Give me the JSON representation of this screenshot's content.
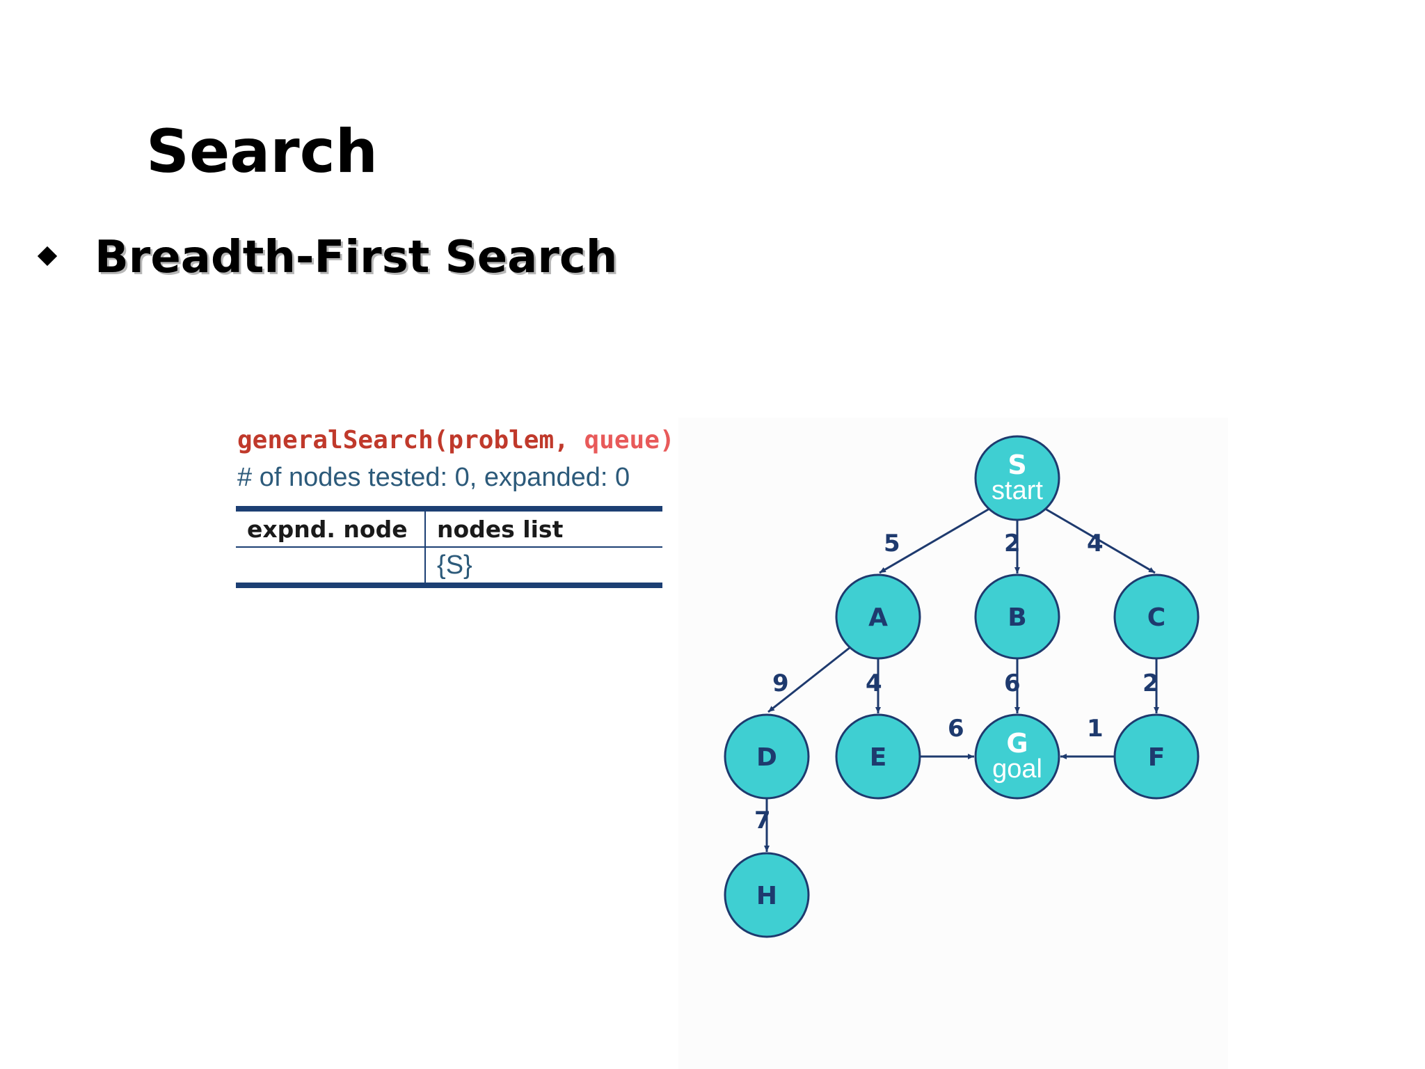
{
  "slide": {
    "title": "Search",
    "bullet": "Breadth-First Search"
  },
  "code": {
    "function": "generalSearch(problem,",
    "argument": "queue)"
  },
  "stats": "# of nodes tested: 0, expanded: 0",
  "table": {
    "headers": [
      "expnd. node",
      "nodes list"
    ],
    "rows": [
      [
        "",
        "{S}"
      ]
    ]
  },
  "graph": {
    "colors": {
      "node_fill": "#3fcfd2",
      "node_stroke": "#1e3a6e",
      "edge": "#1e3a6e"
    },
    "nodes": [
      {
        "id": "S",
        "label": "S",
        "sublabel": "start"
      },
      {
        "id": "A",
        "label": "A",
        "sublabel": ""
      },
      {
        "id": "B",
        "label": "B",
        "sublabel": ""
      },
      {
        "id": "C",
        "label": "C",
        "sublabel": ""
      },
      {
        "id": "D",
        "label": "D",
        "sublabel": ""
      },
      {
        "id": "E",
        "label": "E",
        "sublabel": ""
      },
      {
        "id": "G",
        "label": "G",
        "sublabel": "goal"
      },
      {
        "id": "F",
        "label": "F",
        "sublabel": ""
      },
      {
        "id": "H",
        "label": "H",
        "sublabel": ""
      }
    ],
    "edges": [
      {
        "from": "S",
        "to": "A",
        "weight": "5"
      },
      {
        "from": "S",
        "to": "B",
        "weight": "2"
      },
      {
        "from": "S",
        "to": "C",
        "weight": "4"
      },
      {
        "from": "A",
        "to": "D",
        "weight": "9"
      },
      {
        "from": "A",
        "to": "E",
        "weight": "4"
      },
      {
        "from": "B",
        "to": "G",
        "weight": "6"
      },
      {
        "from": "C",
        "to": "F",
        "weight": "2"
      },
      {
        "from": "E",
        "to": "G",
        "weight": "6"
      },
      {
        "from": "F",
        "to": "G",
        "weight": "1"
      },
      {
        "from": "D",
        "to": "H",
        "weight": "7"
      }
    ]
  }
}
